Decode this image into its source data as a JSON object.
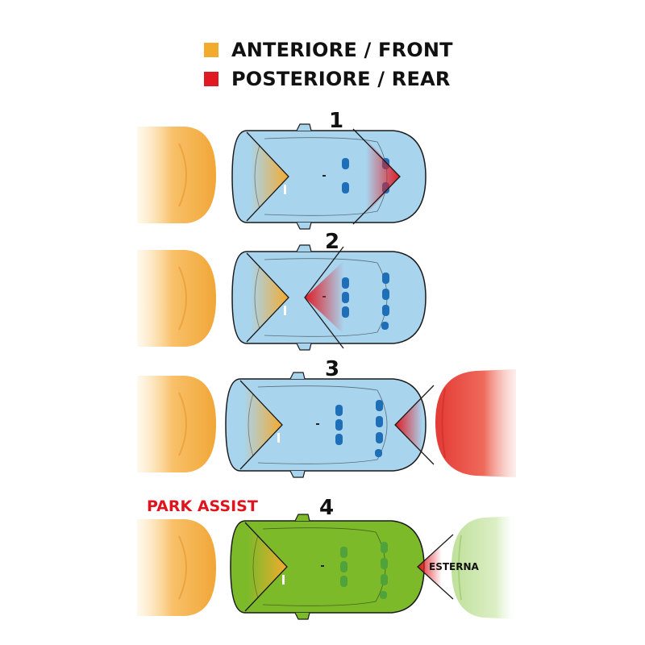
{
  "legend": {
    "front": {
      "label": "ANTERIORE / FRONT",
      "color": "#f3ab2e"
    },
    "rear": {
      "label": "POSTERIORE / REAR",
      "color": "#e01a22"
    }
  },
  "steps": [
    {
      "number": "1"
    },
    {
      "number": "2"
    },
    {
      "number": "3"
    },
    {
      "number": "4",
      "mode_label": "PARK ASSIST",
      "external_label": "ESTERNA"
    }
  ],
  "colors": {
    "car_blue": "#a9d4ee",
    "car_green": "#7dba2a",
    "parked_orange": "#f6b54a",
    "parked_red": "#e8413c",
    "parked_green": "#cfe6b0",
    "park_assist": "#e0141d",
    "sensor_blue": "#1e6fb8",
    "sensor_green": "#4fa33a"
  }
}
